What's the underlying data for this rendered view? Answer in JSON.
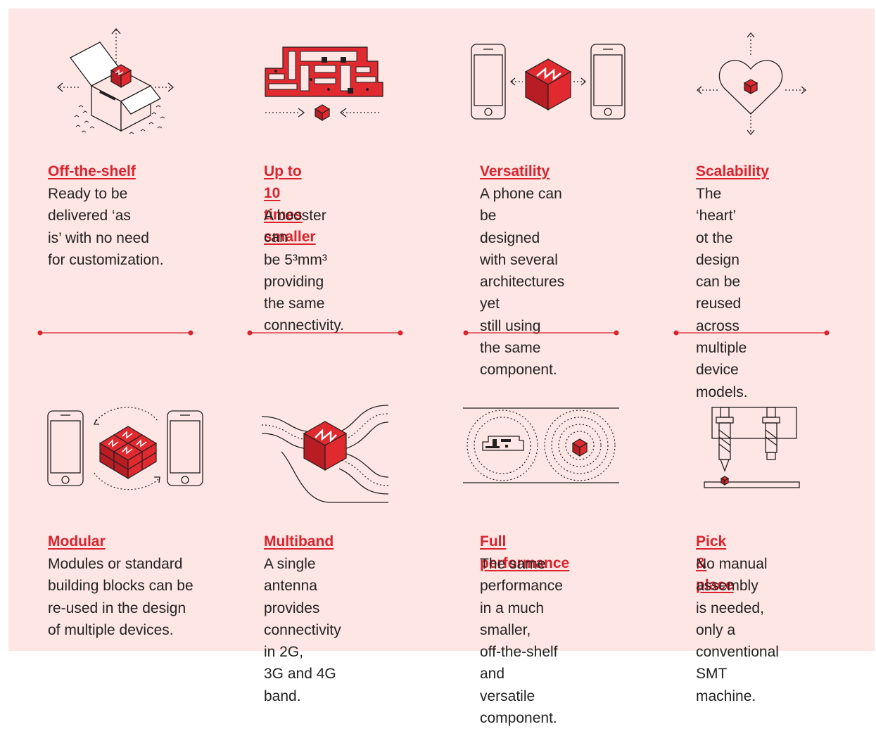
{
  "colors": {
    "background": "#fde6e3",
    "accent": "#d9232f",
    "text": "#222222",
    "line": "#231f20"
  },
  "features": [
    {
      "id": "off-the-shelf",
      "icon": "open-box-chip-icon",
      "title": "Off-the-shelf",
      "description": "Ready to be\ndelivered ‘as\nis’ with no need\nfor customization."
    },
    {
      "id": "smaller",
      "icon": "circuit-board-chip-icon",
      "title": "Up to 10 times\nsmaller",
      "description": "A booster can\nbe 5³mm³\nproviding the same\nconnectivity."
    },
    {
      "id": "versatility",
      "icon": "phones-chip-icon",
      "title": "Versatility",
      "description": "A phone can be\ndesigned with several\narchitectures yet\nstill using the same\ncomponent."
    },
    {
      "id": "scalability",
      "icon": "heart-chip-icon",
      "title": "Scalability",
      "description": "The ‘heart’ ot the\ndesign can be\nreused across\nmultiple\ndevice models."
    },
    {
      "id": "modular",
      "icon": "modular-blocks-icon",
      "title": "Modular",
      "description": "Modules or standard\nbuilding blocks can be\nre-used in the design\nof multiple devices."
    },
    {
      "id": "multiband",
      "icon": "multiband-cube-icon",
      "title": "Multiband",
      "description": "A single antenna\nprovides\nconnectivity in 2G,\n3G and 4G band."
    },
    {
      "id": "full-performance",
      "icon": "signal-rings-icon",
      "title": "Full performance",
      "description": "The same performance\nin a much smaller,\noff-the-shelf and\nversatile component."
    },
    {
      "id": "pick-and-place",
      "icon": "smt-machine-icon",
      "title": "Pick & place",
      "description": "No manual assembly\nis needed, only a\nconventional\nSMT machine."
    }
  ]
}
